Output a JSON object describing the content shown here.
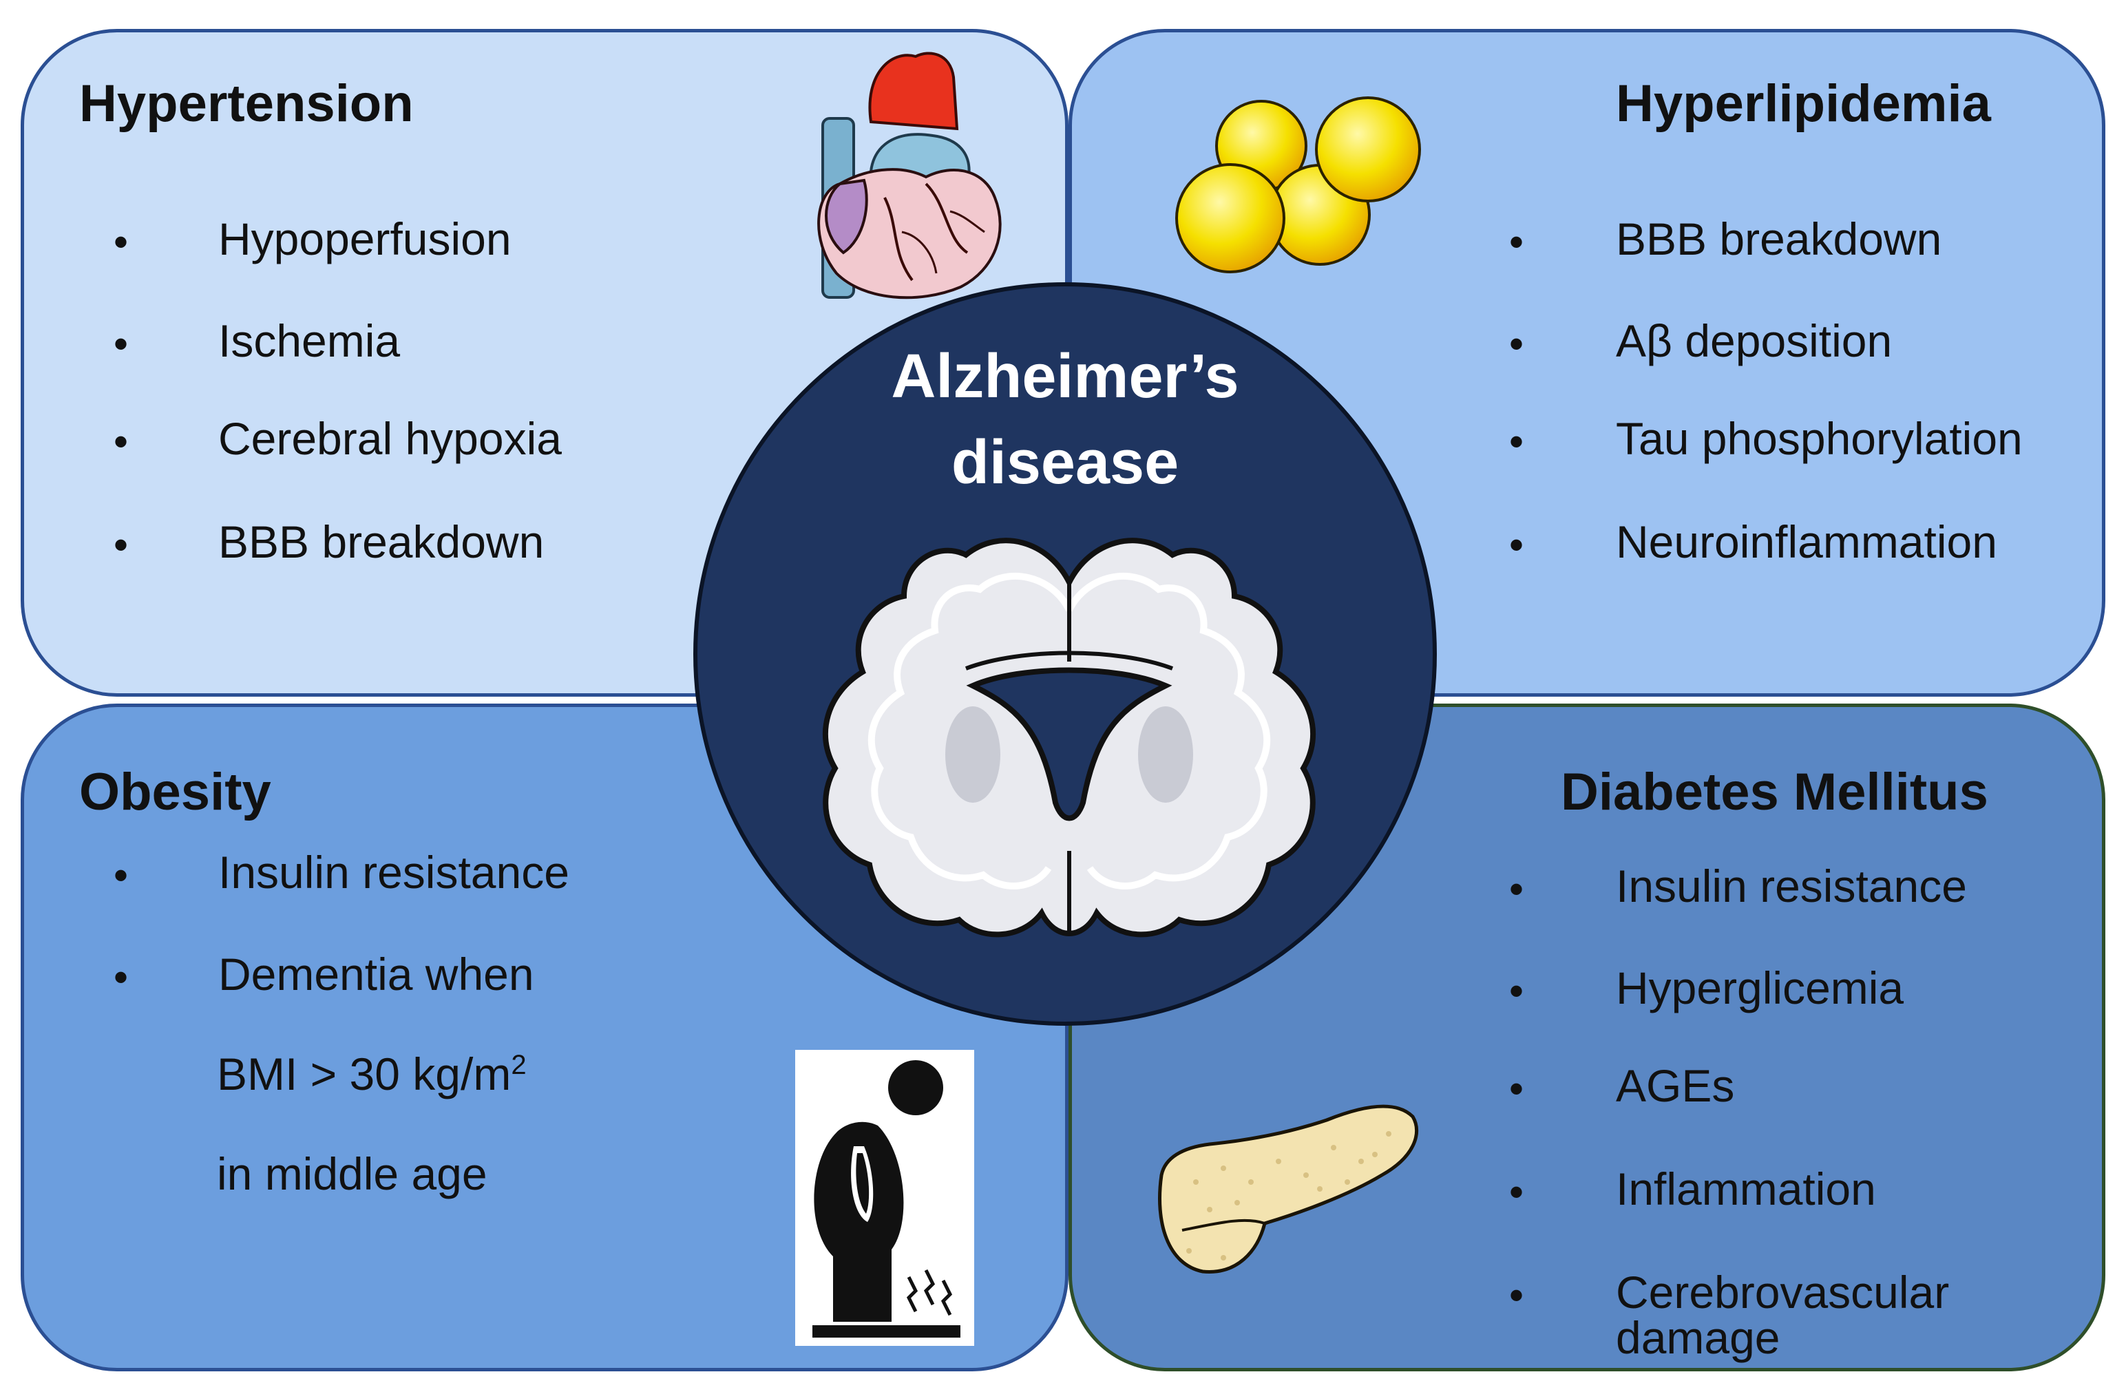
{
  "center": {
    "line1": "Alzheimer’s",
    "line2": "disease"
  },
  "panels": {
    "hypertension": {
      "title": "Hypertension",
      "items": [
        "Hypoperfusion",
        "Ischemia",
        "Cerebral hypoxia",
        "BBB breakdown"
      ]
    },
    "hyperlipidemia": {
      "title": "Hyperlipidemia",
      "items": [
        "BBB breakdown",
        "Aβ deposition",
        "Tau phosphorylation",
        "Neuroinflammation"
      ]
    },
    "obesity": {
      "title": "Obesity",
      "items": [
        "Insulin resistance",
        "Dementia when"
      ],
      "continuation": {
        "bmi_text": "BMI > 30 kg/m",
        "bmi_sup": "2",
        "line2": "in middle age"
      }
    },
    "diabetes": {
      "title": "Diabetes Mellitus",
      "items": [
        "Insulin resistance",
        "Hyperglicemia",
        "AGEs",
        "Inflammation",
        "Cerebrovascular"
      ],
      "continuation": "damage"
    }
  },
  "bullet_char": "•",
  "icons": {
    "heart": "heart-icon",
    "lipid": "lipid-droplets-icon",
    "obese_person": "obese-person-on-scale-icon",
    "pancreas": "pancreas-icon",
    "brain": "brain-coronal-section-icon"
  },
  "colors": {
    "hypertension_bg": "#c9def8",
    "hyperlipidemia_bg": "#9dc2f2",
    "obesity_bg": "#6c9ede",
    "diabetes_bg": "#5a87c4",
    "center_bg": "#1f3560",
    "lipid_yellow": "#f5e000",
    "pancreas_fill": "#f3e3b0"
  }
}
